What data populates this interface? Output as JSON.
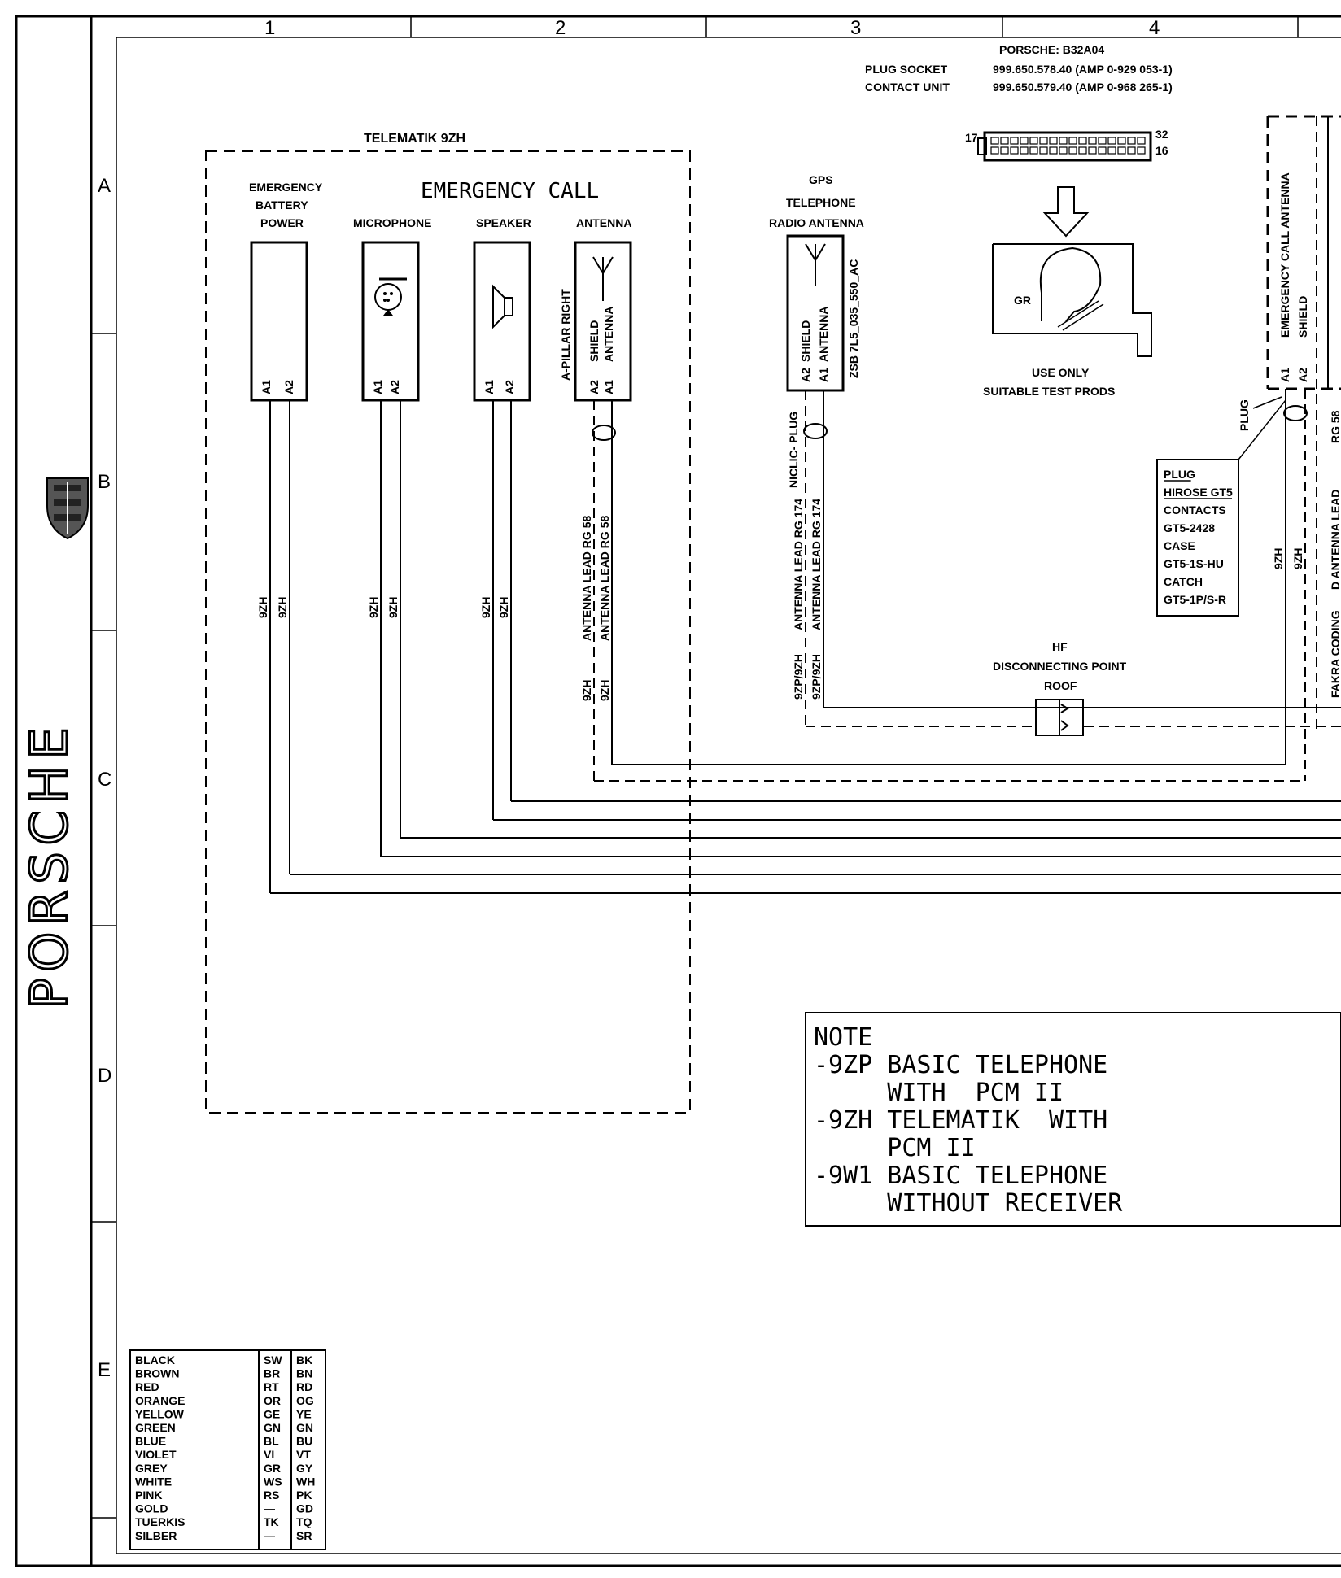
{
  "brand": {
    "logo_text": "PORSCHE"
  },
  "grid": {
    "columns": [
      "1",
      "2",
      "3",
      "4"
    ],
    "rows": [
      "A",
      "B",
      "C",
      "D",
      "E"
    ]
  },
  "header": {
    "porsche_ref": "PORSCHE: B32A04",
    "plug_socket_label": "PLUG SOCKET",
    "plug_socket_value": "999.650.578.40 (AMP 0-929 053-1)",
    "contact_unit_label": "CONTACT UNIT",
    "contact_unit_value": "999.650.579.40 (AMP 0-968 265-1)",
    "pin_left": "17",
    "pin_right_top": "32",
    "pin_right_bottom": "16",
    "connector_gr": "GR",
    "use_only_1": "USE ONLY",
    "use_only_2": "SUITABLE TEST PRODS"
  },
  "telematik": {
    "title": "TELEMATIK 9ZH",
    "emergency_call": "EMERGENCY CALL",
    "battery_1": "EMERGENCY",
    "battery_2": "BATTERY",
    "battery_3": "POWER",
    "microphone": "MICROPHONE",
    "speaker": "SPEAKER",
    "antenna": "ANTENNA",
    "a_pillar": "A-PILLAR RIGHT",
    "shield": "SHIELD",
    "antenna_lbl": "ANTENNA",
    "pin_a1": "A1",
    "pin_a2": "A2",
    "wire_9zh": "9ZH",
    "antenna_lead_rg58": "ANTENNA LEAD RG 58"
  },
  "gps": {
    "l1": "GPS",
    "l2": "TELEPHONE",
    "l3": "RADIO ANTENNA",
    "part": "ZSB 7L5_035_550_AC",
    "shield": "SHIELD",
    "antenna": "ANTENNA",
    "pin_a1": "A1",
    "pin_a2": "A2",
    "plug": "NICLIC- PLUG",
    "lead_rg174": "ANTENNA LEAD RG 174",
    "wire_9zp": "9ZP/9ZH"
  },
  "hf_point": {
    "l1": "HF",
    "l2": "DISCONNECTING POINT",
    "l3": "ROOF"
  },
  "right_module": {
    "emergency_ant": "EMERGENCY CALL ANTENNA",
    "shield": "SHIELD",
    "pin_a1": "A1",
    "pin_a2": "A2",
    "plug": "PLUG",
    "rg58": "RG 58",
    "lead": "D ANTENNA LEAD",
    "fakra": "FAKRA CODING"
  },
  "plug_box": {
    "lines": [
      "PLUG",
      "HIROSE GT5",
      "CONTACTS",
      "GT5-2428",
      "CASE",
      "GT5-1S-HU",
      "CATCH",
      "GT5-1P/S-R"
    ]
  },
  "note": {
    "lines": [
      "NOTE",
      "-9ZP BASIC TELEPHONE",
      "     WITH  PCM II",
      "-9ZH TELEMATIK  WITH",
      "     PCM II",
      "-9W1 BASIC TELEPHONE",
      "     WITHOUT RECEIVER"
    ]
  },
  "color_codes": [
    [
      "BLACK",
      "SW",
      "BK"
    ],
    [
      "BROWN",
      "BR",
      "BN"
    ],
    [
      "RED",
      "RT",
      "RD"
    ],
    [
      "ORANGE",
      "OR",
      "OG"
    ],
    [
      "YELLOW",
      "GE",
      "YE"
    ],
    [
      "GREEN",
      "GN",
      "GN"
    ],
    [
      "BLUE",
      "BL",
      "BU"
    ],
    [
      "VIOLET",
      "VI",
      "VT"
    ],
    [
      "GREY",
      "GR",
      "GY"
    ],
    [
      "WHITE",
      "WS",
      "WH"
    ],
    [
      "PINK",
      "RS",
      "PK"
    ],
    [
      "GOLD",
      "—",
      "GD"
    ],
    [
      "TUERKIS",
      "TK",
      "TQ"
    ],
    [
      "SILBER",
      "—",
      "SR"
    ]
  ]
}
